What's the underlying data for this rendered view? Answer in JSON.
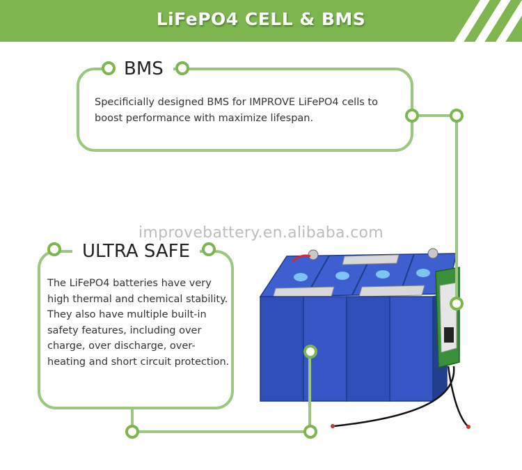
{
  "header": {
    "title": "LiFePO4 CELL & BMS"
  },
  "bms_box": {
    "title": "BMS",
    "body": "Specificially designed BMS for IMPROVE LiFePO4 cells to boost performance with maximize lifespan."
  },
  "safe_box": {
    "title": "ULTRA SAFE",
    "body": "The LiFePO4 batteries have very high thermal and chemical stability. They also have multiple built-in safety features, including over charge, over discharge, over-heating and short circuit protection."
  },
  "watermark": "improvebattery.en.alibaba.com",
  "colors": {
    "accent": "#7db54f",
    "outline": "#9bc77f",
    "cell_blue": "#2f4fb8"
  }
}
